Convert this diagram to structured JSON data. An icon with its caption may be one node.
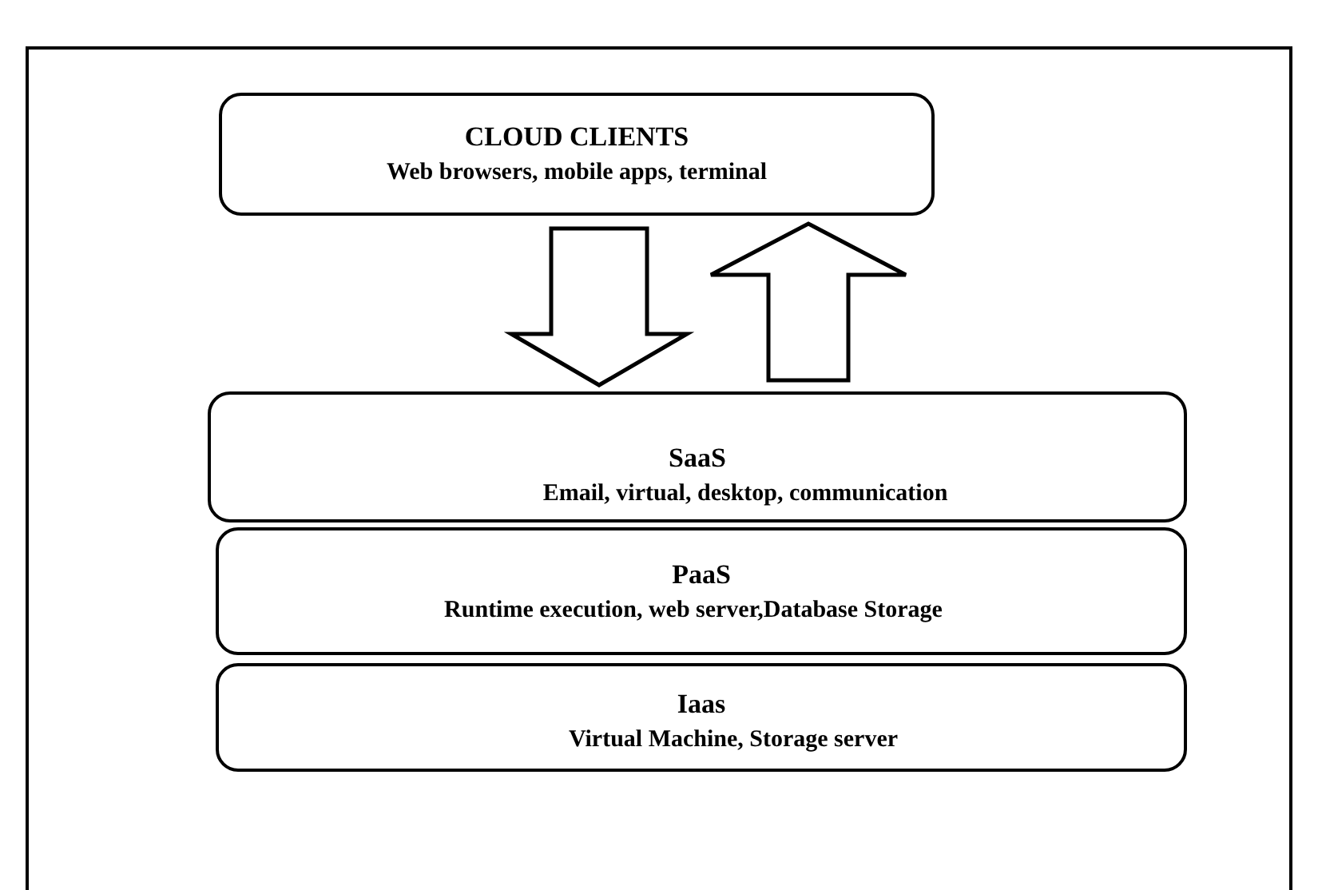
{
  "diagram": {
    "nodes": [
      {
        "text": [
          "CLOUD CLIENTS",
          "Web browsers, mobile apps, terminal"
        ]
      },
      {
        "text": [
          "SaaS",
          "Email, virtual, desktop, communication"
        ]
      },
      {
        "text": [
          "PaaS",
          "Runtime execution, web server,Database Storage"
        ]
      },
      {
        "text": [
          "Iaas",
          "Virtual Machine, Storage server"
        ]
      }
    ],
    "edges": [
      {
        "from": 0,
        "to": 1,
        "arrow": "to"
      },
      {
        "from": 1,
        "to": 0,
        "arrow": "to"
      }
    ]
  }
}
